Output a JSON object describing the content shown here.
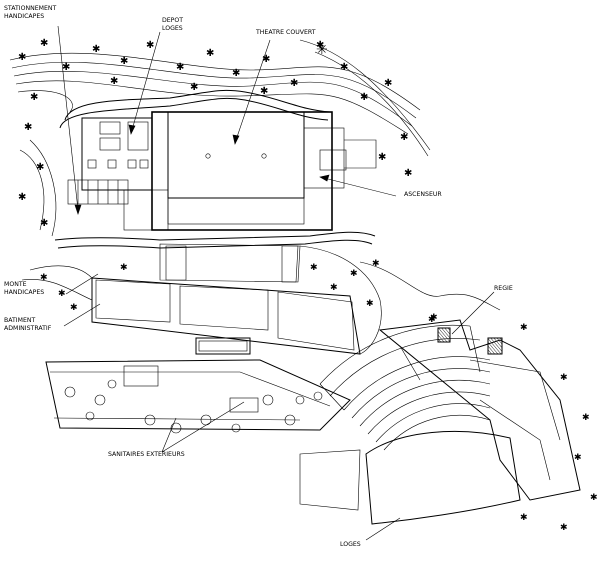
{
  "labels": {
    "stationnement": [
      "STATIONNEMENT",
      "HANDICAPES"
    ],
    "depot": [
      "DEPOT",
      "LOGES"
    ],
    "theatre_couvert": "THEATRE COUVERT",
    "ascenseur": "ASCENSEUR",
    "monte": [
      "MONTE",
      "HANDICAPES"
    ],
    "batiment": [
      "BATIMENT",
      "ADMINISTRATIF"
    ],
    "regie": "REGIE",
    "sanitaires": "SANITAIRES EXTERIEURS",
    "loges": "LOGES"
  }
}
